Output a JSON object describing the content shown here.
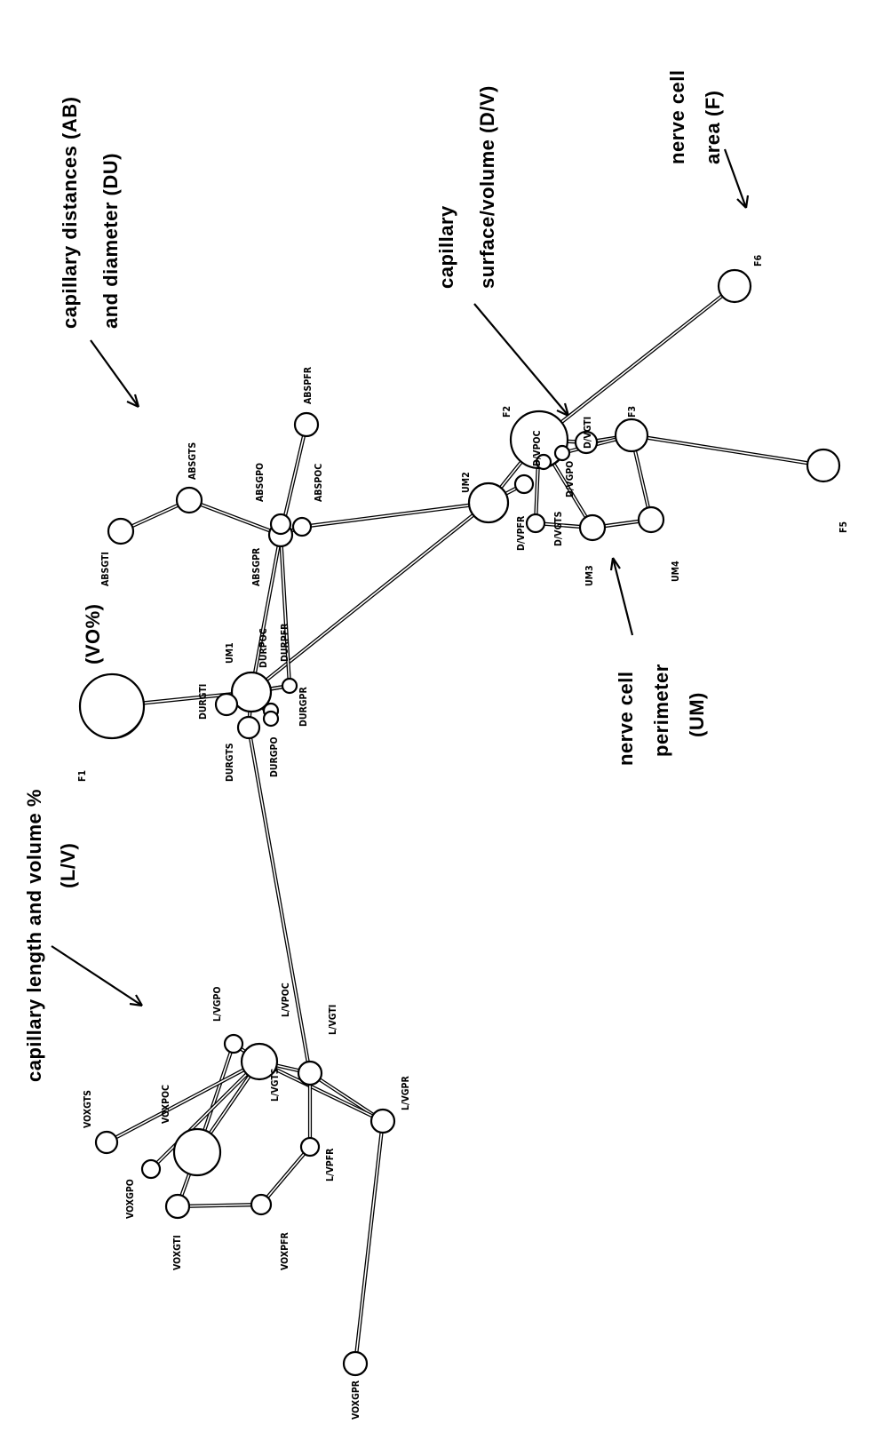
{
  "annotations": {
    "capillary_distances": [
      "capillary distances (AB)",
      "and diameter (DU)"
    ],
    "capillary_surface": [
      "capillary",
      "surface/volume (D/V)"
    ],
    "nerve_cell_area": [
      "nerve cell",
      "area (F)"
    ],
    "capillary_length": [
      "capillary length and volume %",
      "(L/V)"
    ],
    "vo_percent": "(VO%)",
    "nerve_cell_perimeter": [
      "nerve cell",
      "perimeter",
      "(UM)"
    ]
  },
  "nodes": [
    {
      "id": "VOGPR",
      "label": "VOXGPR"
    },
    {
      "id": "VOTS",
      "label": "VOXGTS"
    },
    {
      "id": "VOGPO",
      "label": "VOXGPO"
    },
    {
      "id": "VOPOC",
      "label": "VOXPOC"
    },
    {
      "id": "VOGTI",
      "label": "VOXGTI"
    },
    {
      "id": "VOPFR",
      "label": "VOXPFR"
    },
    {
      "id": "LVPFR",
      "label": "L/VPFR"
    },
    {
      "id": "LVGPR",
      "label": "L/VGPR"
    },
    {
      "id": "LVGTI",
      "label": "L/VGTI"
    },
    {
      "id": "LVPOC",
      "label": "L/VPOC"
    },
    {
      "id": "LVGTS",
      "label": "L/VGTS"
    },
    {
      "id": "LVGPO",
      "label": "L/VGPO"
    },
    {
      "id": "F1",
      "label": "F1"
    },
    {
      "id": "DURGTS",
      "label": "DURGTS"
    },
    {
      "id": "DURGTI",
      "label": "DURGTI"
    },
    {
      "id": "UM1",
      "label": "UM1"
    },
    {
      "id": "DURPOC",
      "label": "DURPOC"
    },
    {
      "id": "DURGPO",
      "label": "DURGPO"
    },
    {
      "id": "DURPFR",
      "label": "DURPFR"
    },
    {
      "id": "DURGPR",
      "label": "DURGPR"
    },
    {
      "id": "ABSGTI",
      "label": "ABSGTI"
    },
    {
      "id": "ABSGTS",
      "label": "ABSGTS"
    },
    {
      "id": "ABSGPR",
      "label": "ABSGPR"
    },
    {
      "id": "ABSGPO",
      "label": "ABSGPO"
    },
    {
      "id": "ABSPOC",
      "label": "ABSPOC"
    },
    {
      "id": "ABSPFR",
      "label": "ABSPFR"
    },
    {
      "id": "UM2",
      "label": "UM2"
    },
    {
      "id": "F2",
      "label": "F2"
    },
    {
      "id": "DVPFR",
      "label": "D/VPFR"
    },
    {
      "id": "DVGTS",
      "label": "D/VGTS"
    },
    {
      "id": "DVPOC",
      "label": "D/VPOC"
    },
    {
      "id": "DVGPO",
      "label": "D/VGPO"
    },
    {
      "id": "DVGTI",
      "label": "D/VGTI"
    },
    {
      "id": "UM3",
      "label": "UM3"
    },
    {
      "id": "UM4",
      "label": "UM4"
    },
    {
      "id": "F3",
      "label": "F3"
    },
    {
      "id": "F5",
      "label": "F5"
    },
    {
      "id": "F6",
      "label": "F6"
    }
  ],
  "edges": [
    [
      "VOGPR",
      "LVGPR"
    ],
    [
      "LVGPR",
      "LVGTI"
    ],
    [
      "LVGPR",
      "LVGTS"
    ],
    [
      "LVGTI",
      "LVGTS"
    ],
    [
      "LVGTI",
      "LVPFR"
    ],
    [
      "LVGTI",
      "DURGTS"
    ],
    [
      "LVPFR",
      "VOPFR"
    ],
    [
      "VOPFR",
      "VOGTI"
    ],
    [
      "VOGTI",
      "VOPOC"
    ],
    [
      "VOPOC",
      "LVGTS"
    ],
    [
      "VOPOC",
      "LVGPO"
    ],
    [
      "VOGPO",
      "LVGTS"
    ],
    [
      "VOTS",
      "LVGTS"
    ],
    [
      "LVGPO",
      "LVGTS"
    ],
    [
      "F1",
      "UM1"
    ],
    [
      "DURGTS",
      "UM1"
    ],
    [
      "UM1",
      "DURGPO"
    ],
    [
      "UM1",
      "DURPFR"
    ],
    [
      "UM1",
      "DURGPR"
    ],
    [
      "UM1",
      "ABSGPR"
    ],
    [
      "UM1",
      "UM2"
    ],
    [
      "ABSGTI",
      "ABSGTS"
    ],
    [
      "ABSGTS",
      "ABSGPR"
    ],
    [
      "ABSGPR",
      "ABSPOC"
    ],
    [
      "ABSGPR",
      "ABSPFR"
    ],
    [
      "ABSGPR",
      "DURGPR"
    ],
    [
      "ABSPOC",
      "UM2"
    ],
    [
      "UM2",
      "F2"
    ],
    [
      "UM2",
      "DVPFR"
    ],
    [
      "F2",
      "DVGTS"
    ],
    [
      "F2",
      "DVPOC"
    ],
    [
      "F2",
      "DVGPO"
    ],
    [
      "F2",
      "DVGTI"
    ],
    [
      "F2",
      "UM3"
    ],
    [
      "F2",
      "F6"
    ],
    [
      "DVGTS",
      "UM3"
    ],
    [
      "DVGTI",
      "F3"
    ],
    [
      "F3",
      "UM4"
    ],
    [
      "F3",
      "F5"
    ],
    [
      "UM3",
      "UM4"
    ],
    [
      "DVGPO",
      "F3"
    ]
  ]
}
